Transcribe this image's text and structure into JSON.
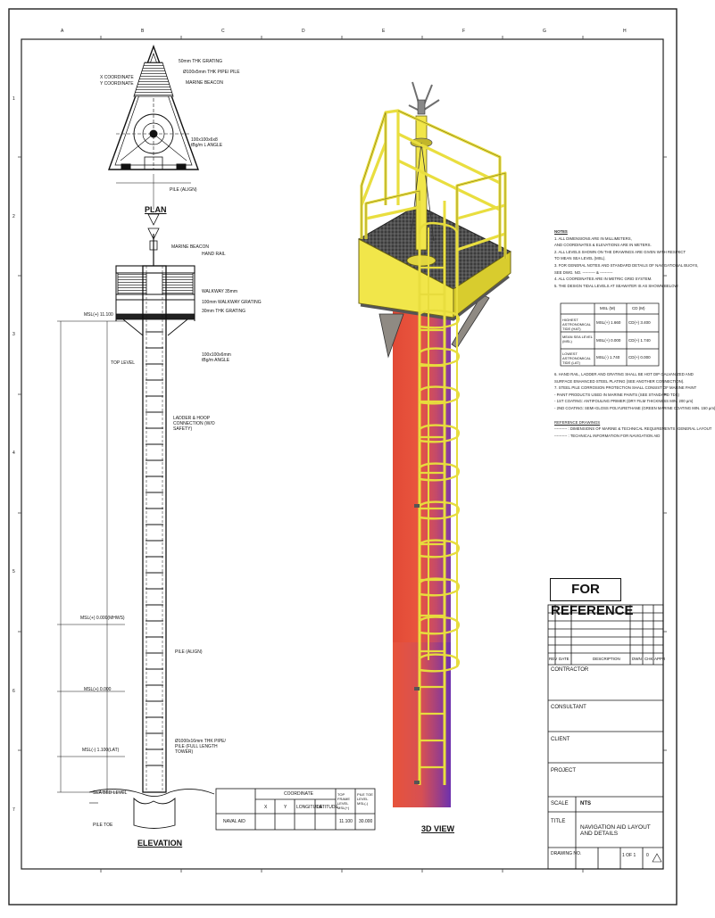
{
  "views": {
    "plan_label": "PLAN",
    "elevation_label": "ELEVATION",
    "view3d_label": "3D VIEW"
  },
  "plan_callouts": {
    "handrail_top": "50mm THK GRATING",
    "handrail_2": "Ø100x5mm THK PIPE/ PILE",
    "marine_beacon": "MARINE BEACON",
    "coordinates_1": "X COORDINATE",
    "coordinates_2": "Y COORDINATE",
    "beam_note": "100x100x6x8 tBg/m L ANGLE",
    "pile_note": "PILE (ALIGN)"
  },
  "elev_callouts": {
    "marine_beacon": "MARINE BEACON",
    "hand_rail": "HAND RAIL",
    "walkway": "WALKWAY 35mm",
    "grating": "100mm WALKWAY GRATING",
    "grating2": "30mm THK GRATING",
    "angle": "100x100x6mm tBg/m ANGLE",
    "ladder": "LADDER & HOOP CONNECTION (W/O SAFETY)",
    "pile": "PILE (ALIGN)",
    "pipe_pile": "Ø1000x16mm THK PIPE/ PILE (FULL LENGTH TOWER)",
    "level_top": "MSL(+) 11.100",
    "level_walk": "TOP LEVEL",
    "level_mid": "MSL(+) 0.000(MHWS)",
    "level_mid2": "MSL(+) 0.000",
    "level_low": "MSL(-) 1.100(LAT)",
    "level_seabed": "SEA BED LEVEL",
    "level_pile": "PILE TOE"
  },
  "coord_table": {
    "headers": [
      "COORDINATE",
      "X",
      "Y",
      "LONGITUDE",
      "LATITUDE",
      "TOP FRAME LEVEL MSL(+)",
      "PILE TOE LEVEL MSL(-)"
    ],
    "row": [
      "NAVAL AID",
      "",
      "",
      "",
      "",
      "11.100",
      "30.000"
    ]
  },
  "notes": {
    "title": "NOTES",
    "lines": [
      "1. ALL DIMENSIONS ARE IN MILLIMETERS,",
      "   AND COORDINATES & ELEVATIONS ARE IN METERS.",
      "2. ALL LEVELS SHOWN ON THE DRAWINGS ARE GIVEN WITH RESPECT",
      "   TO MEAN SEA LEVEL (MSL).",
      "3. FOR GENERAL NOTES AND STANDARD DETAILS OF NAVIGATIONAL BUOYS,",
      "   SEE DWG. NO. ---------- & ----------",
      "4. ALL COORDINATES ARE IN METRIC GRID SYSTEM.",
      "5. THE DESIGN TIDAL LEVELS AT SEAWATER IS AS SHOWN BELOW."
    ],
    "tide_headers": [
      "",
      "MSL (M)",
      "CD (M)"
    ],
    "tide_rows": [
      [
        "HIGHEST ASTRONOMICAL TIDE (HAT)",
        "MSL(+) 1.660",
        "CD(+) 3.400"
      ],
      [
        "MEAN SEA LEVEL (MSL)",
        "MSL(+) 0.000",
        "CD(+) 1.740"
      ],
      [
        "LOWEST ASTRONOMICAL TIDE (LAT)",
        "MSL(-) 1.740",
        "CD(+) 0.000"
      ]
    ],
    "more": [
      "6. HAND RAIL, LADDER AND GRATING SHALL BE HOT DIP GALVANIZED AND",
      "   SURFACE ENHANCED STEEL PLATING (SEE ANOTHER CONNECTION).",
      "7. STEEL PILE CORROSION PROTECTION SHALL CONSIST OF MARINE PAINT",
      "   - PAINT PRODUCTS USED IN MARINE PAINTS (SEE STANDARD TDS)",
      "   - 1ST COATING: ANTIFOULING PRIMER (DRY FILM THICKNESS MIN. 200 µm)",
      "   - 2ND COATING: SEMI-GLOSS POLYURETHANE (GREEN MARINE COATING MIN. 150 µm)"
    ],
    "ref_title": "REFERENCE DRAWINGS",
    "refs": [
      "---------- : DIMENSIONS OF MARINE & TECHNICAL REQUIREMENTS -GENERAL LAYOUT",
      "---------- : TECHNICAL INFORMATION FOR NAVIGATION AID"
    ]
  },
  "title_block": {
    "stamp": "FOR REFERENCE",
    "rev_headers": [
      "REV",
      "DATE",
      "DESCRIPTION",
      "DWN",
      "CHK",
      "APPR"
    ],
    "contractor_label": "CONTRACTOR",
    "consultant_label": "CONSULTANT",
    "client_label": "CLIENT",
    "project_label": "PROJECT",
    "scale_label": "SCALE",
    "scale_value": "NTS",
    "title_label": "TITLE",
    "drawing_title": "NAVIGATION AID LAYOUT AND DETAILS",
    "dwg_no_label": "DRAWING NO.",
    "sheet": "1 OF 1",
    "rev": "0"
  },
  "border": {
    "columns": [
      "A",
      "B",
      "C",
      "D",
      "E",
      "F",
      "G",
      "H"
    ],
    "rows": [
      "1",
      "2",
      "3",
      "4",
      "5",
      "6",
      "7"
    ]
  },
  "colors": {
    "steel_yellow": "#f1e64a",
    "steel_yellow_dark": "#b9ac1e",
    "pile_red": "#e9553e",
    "pile_purple": "#8a3aa8",
    "grating": "#404040"
  }
}
